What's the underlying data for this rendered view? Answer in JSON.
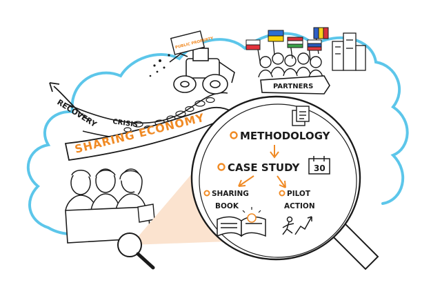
{
  "road": {
    "recovery": "RECOVERY",
    "crisis": "CRISIS"
  },
  "banner": {
    "title": "SHARING ECONOMY"
  },
  "partners": {
    "label": "PARTNERS"
  },
  "bulldozer_sign": {
    "text": "PUBLIC PROPERTY"
  },
  "magnifier": {
    "methodology": "METHODOLOGY",
    "case_study": "CASE STUDY",
    "calendar_number": "30",
    "sharing_book_line1": "SHARING",
    "sharing_book_line2": "BOOK",
    "pilot_action_line1": "PILOT",
    "pilot_action_line2": "ACTION"
  },
  "colors": {
    "accent_orange": "#f08a24",
    "sky_blue": "#5cc6ea",
    "ink": "#1a1a1a",
    "glass_tint": "#fbe3cf"
  },
  "icons": {
    "flags": [
      "poland-flag",
      "ukraine-flag",
      "hungary-flag",
      "slovakia-flag",
      "moldova-flag"
    ]
  }
}
